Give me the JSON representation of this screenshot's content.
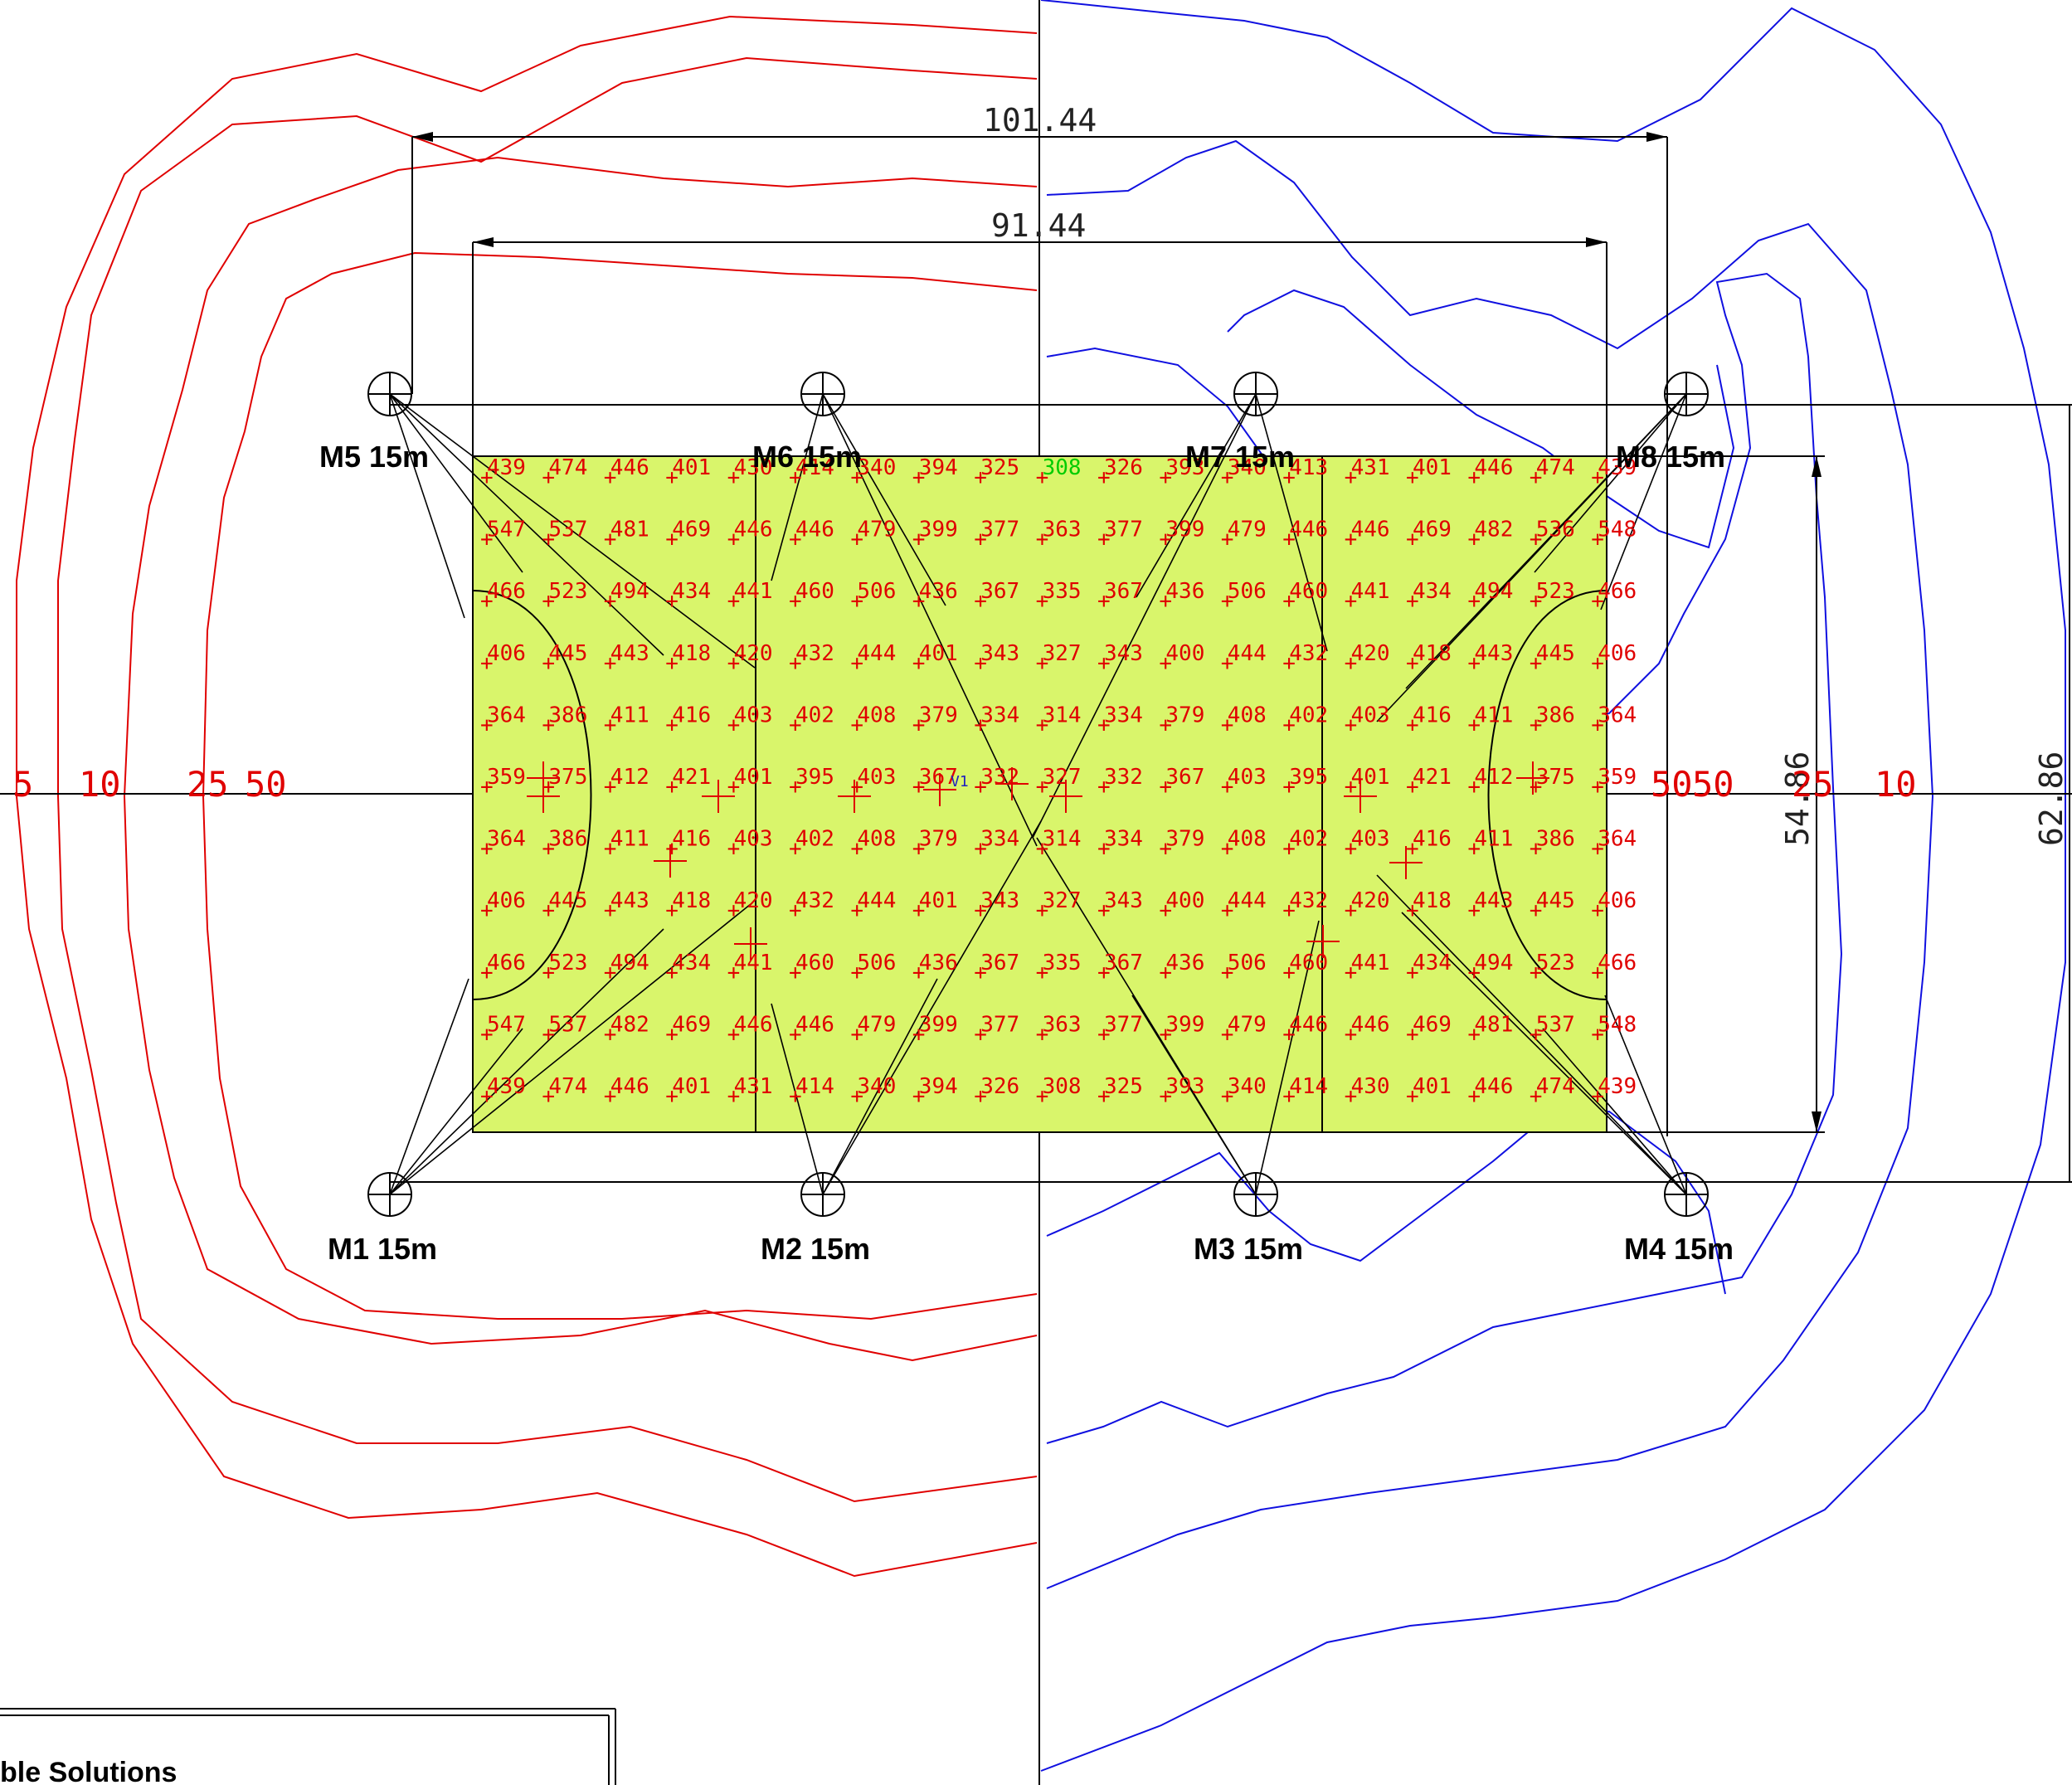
{
  "masts": [
    {
      "id": "M1",
      "label": "M1 15m"
    },
    {
      "id": "M2",
      "label": "M2 15m"
    },
    {
      "id": "M3",
      "label": "M3 15m"
    },
    {
      "id": "M4",
      "label": "M4 15m"
    },
    {
      "id": "M5",
      "label": "M5 15m"
    },
    {
      "id": "M6",
      "label": "M6 15m"
    },
    {
      "id": "M7",
      "label": "M7 15m"
    },
    {
      "id": "M8",
      "label": "M8 15m"
    }
  ],
  "dimensions": {
    "outer_width": "101.44",
    "inner_width": "91.44",
    "inner_height": "54.86",
    "outer_height": "62.86"
  },
  "lux_grid": [
    [
      "439",
      "474",
      "446",
      "401",
      "430",
      "414",
      "340",
      "394",
      "325",
      "308",
      "326",
      "393",
      "340",
      "413",
      "431",
      "401",
      "446",
      "474",
      "439"
    ],
    [
      "547",
      "537",
      "481",
      "469",
      "446",
      "446",
      "479",
      "399",
      "377",
      "363",
      "377",
      "399",
      "479",
      "446",
      "446",
      "469",
      "482",
      "536",
      "548"
    ],
    [
      "466",
      "523",
      "494",
      "434",
      "441",
      "460",
      "506",
      "436",
      "367",
      "335",
      "367",
      "436",
      "506",
      "460",
      "441",
      "434",
      "494",
      "523",
      "466"
    ],
    [
      "406",
      "445",
      "443",
      "418",
      "420",
      "432",
      "444",
      "401",
      "343",
      "327",
      "343",
      "400",
      "444",
      "432",
      "420",
      "418",
      "443",
      "445",
      "406"
    ],
    [
      "364",
      "386",
      "411",
      "416",
      "403",
      "402",
      "408",
      "379",
      "334",
      "314",
      "334",
      "379",
      "408",
      "402",
      "403",
      "416",
      "411",
      "386",
      "364"
    ],
    [
      "359",
      "375",
      "412",
      "421",
      "401",
      "395",
      "403",
      "367",
      "332",
      "327",
      "332",
      "367",
      "403",
      "395",
      "401",
      "421",
      "412",
      "375",
      "359"
    ],
    [
      "364",
      "386",
      "411",
      "416",
      "403",
      "402",
      "408",
      "379",
      "334",
      "314",
      "334",
      "379",
      "408",
      "402",
      "403",
      "416",
      "411",
      "386",
      "364"
    ],
    [
      "406",
      "445",
      "443",
      "418",
      "420",
      "432",
      "444",
      "401",
      "343",
      "327",
      "343",
      "400",
      "444",
      "432",
      "420",
      "418",
      "443",
      "445",
      "406"
    ],
    [
      "466",
      "523",
      "494",
      "434",
      "441",
      "460",
      "506",
      "436",
      "367",
      "335",
      "367",
      "436",
      "506",
      "460",
      "441",
      "434",
      "494",
      "523",
      "466"
    ],
    [
      "547",
      "537",
      "482",
      "469",
      "446",
      "446",
      "479",
      "399",
      "377",
      "363",
      "377",
      "399",
      "479",
      "446",
      "446",
      "469",
      "481",
      "537",
      "548"
    ],
    [
      "439",
      "474",
      "446",
      "401",
      "431",
      "414",
      "340",
      "394",
      "326",
      "308",
      "325",
      "393",
      "340",
      "414",
      "430",
      "401",
      "446",
      "474",
      "439"
    ]
  ],
  "highlight_cell": {
    "row": 0,
    "col": 9
  },
  "contour_values_left": [
    "5",
    "10",
    "25",
    "50"
  ],
  "contour_values_right": [
    "50",
    "50",
    "25",
    "10"
  ],
  "marker_label": "V1",
  "title_block_text": "ble Solutions",
  "colors": {
    "field": "#d9f56b",
    "left_contour": "#e00000",
    "right_contour": "#1010e0",
    "lux_text": "#e00000",
    "lux_highlight": "#00cc00",
    "lines": "#000000"
  }
}
